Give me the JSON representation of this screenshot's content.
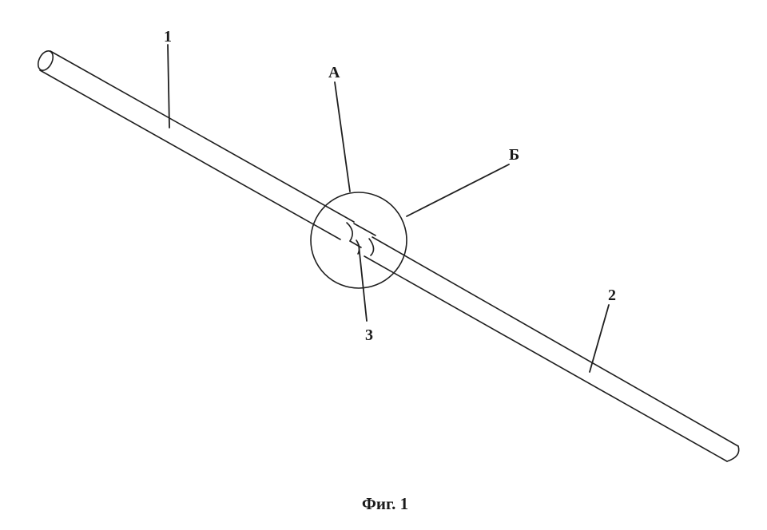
{
  "figure": {
    "caption": "Фиг. 1",
    "labels": {
      "pipe_1": "1",
      "pipe_2": "2",
      "joint_3": "3",
      "view_a": "А",
      "view_b": "Б"
    }
  }
}
